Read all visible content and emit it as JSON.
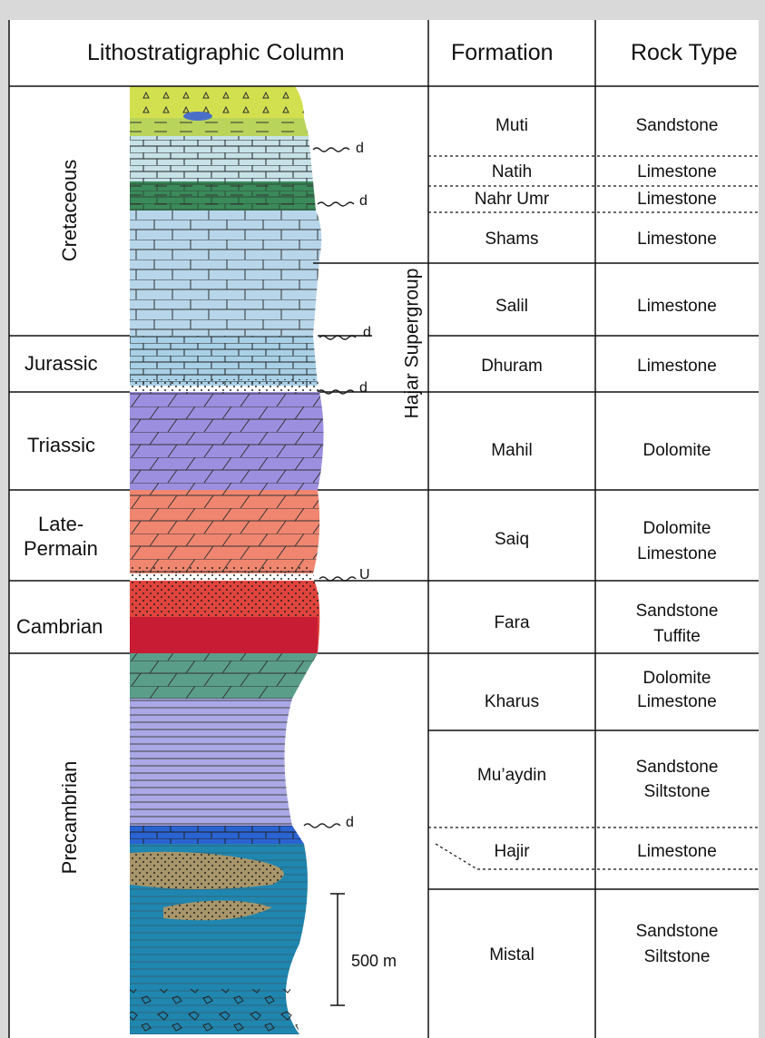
{
  "headers": {
    "column": "Lithostratigraphic Column",
    "formation": "Formation",
    "rock_type": "Rock Type"
  },
  "group_label": "Hajar Supergroup",
  "periods": {
    "cretaceous": "Cretaceous",
    "jurassic": "Jurassic",
    "triassic": "Triassic",
    "late_permian_1": "Late-",
    "late_permian_2": "Permain",
    "cambrian": "Cambrian",
    "precambrian": "Precambrian"
  },
  "formations": [
    {
      "name": "Muti",
      "rock": [
        "Sandstone"
      ]
    },
    {
      "name": "Natih",
      "rock": [
        "Limestone"
      ]
    },
    {
      "name": "Nahr Umr",
      "rock": [
        "Limestone"
      ]
    },
    {
      "name": "Shams",
      "rock": [
        "Limestone"
      ]
    },
    {
      "name": "Salil",
      "rock": [
        "Limestone"
      ]
    },
    {
      "name": "Dhuram",
      "rock": [
        "Limestone"
      ]
    },
    {
      "name": "Mahil",
      "rock": [
        "Dolomite"
      ]
    },
    {
      "name": "Saiq",
      "rock": [
        "Dolomite",
        "Limestone"
      ]
    },
    {
      "name": "Fara",
      "rock": [
        "Sandstone",
        "Tuffite"
      ]
    },
    {
      "name": "Kharus",
      "rock": [
        "Dolomite",
        "Limestone"
      ]
    },
    {
      "name": "Mu’aydin",
      "rock": [
        "Sandstone",
        "Siltstone"
      ]
    },
    {
      "name": "Hajir",
      "rock": [
        "Limestone"
      ]
    },
    {
      "name": "Mistal",
      "rock": [
        "Sandstone",
        "Siltstone"
      ]
    }
  ],
  "markers": {
    "d": "d",
    "u": "U"
  },
  "scale_label": "500 m",
  "colors": {
    "sandstone_yellow": "#d2df4f",
    "limestone_light": "#c6e2e8",
    "limestone_green": "#3b8a5a",
    "limestone_blue": "#b7d6ea",
    "dolomite_purple": "#9d8fe0",
    "dolomite_salmon": "#f08670",
    "fara_red": "#d9253a",
    "kharus_teal": "#5a9e8a",
    "muaydin_lavender": "#aaa8e6",
    "hajir_blue": "#2a63d2",
    "mistal_teal": "#1f86b0",
    "conglomerate_tan": "#a8966a"
  }
}
